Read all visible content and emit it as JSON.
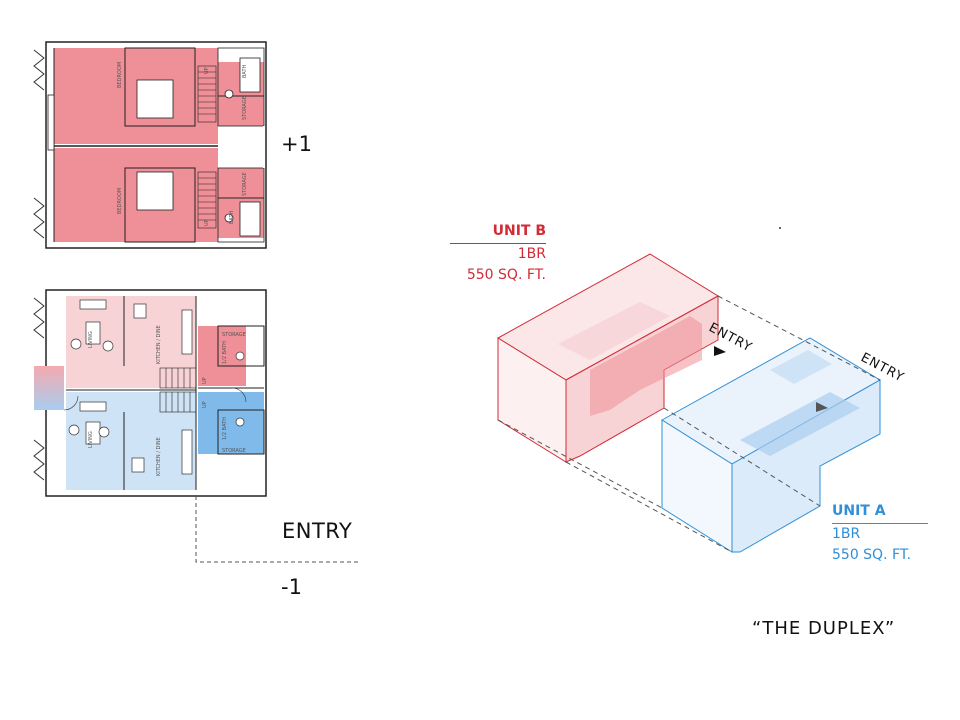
{
  "colors": {
    "red": "#ef8f98",
    "red_light": "#f8d3d6",
    "blue": "#a9cdef",
    "blue_dark": "#6aaee6",
    "unit_b": "#d22b36",
    "unit_a": "#2f8fd8"
  },
  "upper_plan": {
    "level_label": "+1",
    "rooms": {
      "bedroom": "BEDROOM",
      "bath": "BATH",
      "storage": "STORAGE",
      "up": "UP"
    }
  },
  "lower_plan": {
    "level_label": "-1",
    "entry_label": "ENTRY",
    "rooms": {
      "living": "LIVING",
      "kitchen": "KITCHEN / DINE",
      "storage": "STORAGE",
      "bath": "1/2 BATH",
      "up": "UP"
    }
  },
  "axon": {
    "entry_b": "ENTRY",
    "entry_a": "ENTRY",
    "unit_b": {
      "name": "UNIT B",
      "rooms": "1BR",
      "area": "550 SQ. FT."
    },
    "unit_a": {
      "name": "UNIT A",
      "rooms": "1BR",
      "area": "550 SQ. FT."
    },
    "caption": "“THE DUPLEX”"
  }
}
